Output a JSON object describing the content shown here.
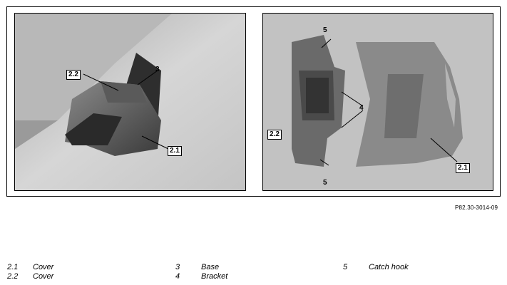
{
  "figure": {
    "left_callouts": [
      "2.2",
      "3",
      "2.1"
    ],
    "right_callouts": [
      "5",
      "2.2",
      "4",
      "5",
      "2.1"
    ],
    "reference_code": "P82.30-3014-09"
  },
  "legend": [
    {
      "num": "2.1",
      "label": "Cover"
    },
    {
      "num": "2.2",
      "label": "Cover"
    },
    {
      "num": "3",
      "label": "Base"
    },
    {
      "num": "4",
      "label": "Bracket"
    },
    {
      "num": "5",
      "label": "Catch hook"
    }
  ]
}
